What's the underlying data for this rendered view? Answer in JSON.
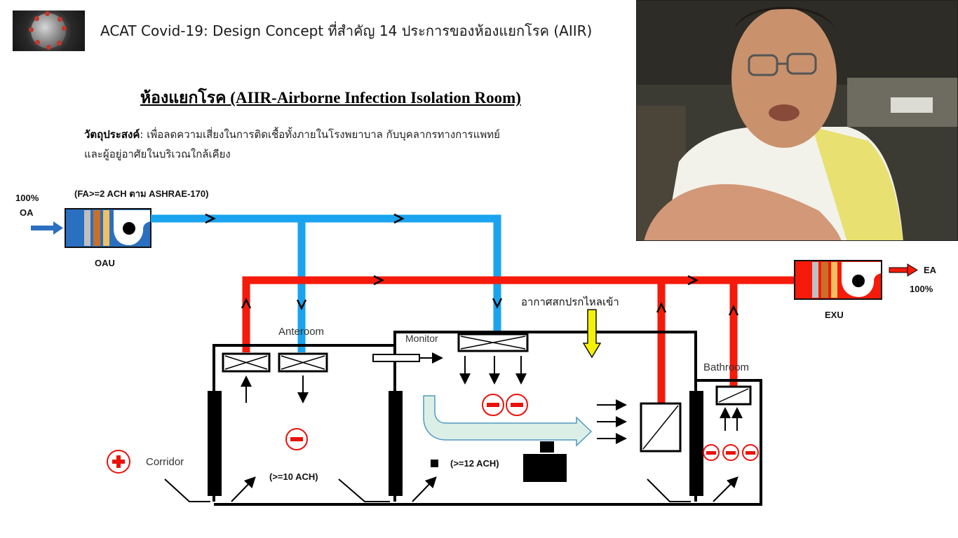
{
  "header": {
    "title": "ACAT Covid-19: Design Concept ที่สำคัญ 14 ประการของห้องแยกโรค (AIIR)"
  },
  "slide": {
    "title": "ห้องแยกโรค (AIIR-Airborne Infection Isolation Room)",
    "objective_label": "วัตถุประสงค์",
    "objective_line1": ": เพื่อลดความเสี่ยงในการติดเชื้อทั้งภายในโรงพยาบาล กับบุคลากรทางการแพทย์",
    "objective_line2": "และผู้อยู่อาศัยในบริเวณใกล้เคียง"
  },
  "diagram": {
    "oa_percent": "100%",
    "oa_label": "OA",
    "fa_note": "(FA>=2 ACH ตาม ASHRAE-170)",
    "oau_label": "OAU",
    "exu_label": "EXU",
    "ea_label": "EA",
    "ea_percent": "100%",
    "leak_label": "อากาศสกปรกไหลเข้า",
    "anteroom_label": "Anteroom",
    "monitor_label": "Monitor",
    "bathroom_label": "Bathroom",
    "corridor_label": "Corridor",
    "ante_ach": "(>=10 ACH)",
    "room_ach": "(>=12 ACH)",
    "negative_symbol": "−",
    "positive_symbol": "+"
  },
  "colors": {
    "supply_duct": "#1aa3ef",
    "exhaust_duct": "#f51a0a",
    "pressure_sign": "#e8120c",
    "leak_arrow": "#f5f00a",
    "airflow_arrow_fill": "#dcefe6",
    "oa_arrow": "#2a6fc0"
  },
  "video": {
    "description_icon": "presenter-video-feed"
  }
}
